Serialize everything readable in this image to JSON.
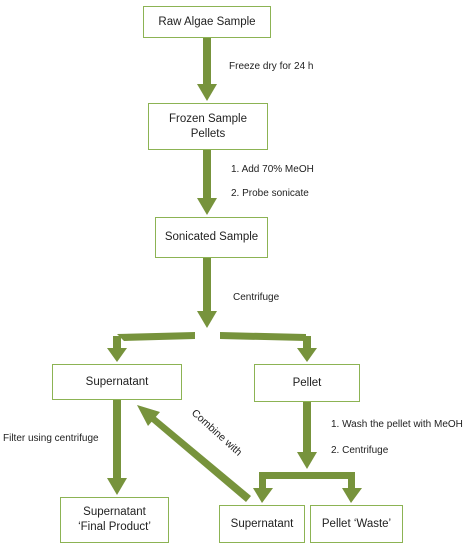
{
  "nodes": {
    "raw": "Raw Algae Sample",
    "frozen_line1": "Frozen Sample",
    "frozen_line2": "Pellets",
    "sonicated": "Sonicated Sample",
    "supernatant": "Supernatant",
    "pellet": "Pellet",
    "final_line1": "Supernatant",
    "final_line2": "‘Final Product’",
    "supernatant2": "Supernatant",
    "pellet_waste": "Pellet ‘Waste’"
  },
  "steps": {
    "freeze": "Freeze dry for 24 h",
    "add_meoh": "1. Add 70% MeOH",
    "probe": "2. Probe sonicate",
    "centrifuge": "Centrifuge",
    "filter": "Filter using centrifuge",
    "wash": "1. Wash the pellet with MeOH",
    "centrifuge2": "2. Centrifuge",
    "combine": "Combine with"
  },
  "colors": {
    "arrow": "#77933c",
    "box_border": "#8cb353"
  }
}
